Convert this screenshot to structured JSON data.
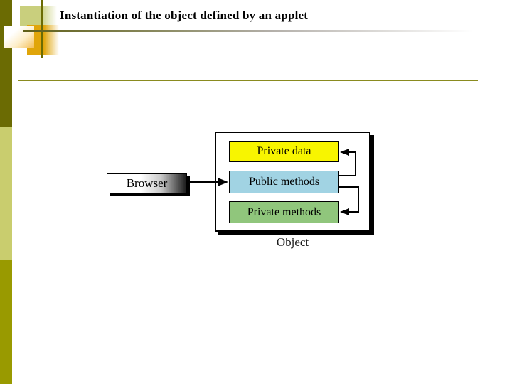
{
  "slide": {
    "title": "Instantiation of the object defined by an applet"
  },
  "diagram": {
    "browser_label": "Browser",
    "object_label": "Object",
    "boxes": [
      {
        "label": "Private data",
        "color": "#f8f500"
      },
      {
        "label": "Public methods",
        "color": "#a1d3e3"
      },
      {
        "label": "Private methods",
        "color": "#90c67c"
      }
    ]
  },
  "colors": {
    "accent_bar_dark": "#6b6b03",
    "accent_bar_light": "#c9cd6e",
    "accent_bar_olive": "#999a00",
    "accent_orange": "#e0a50a",
    "divider_olive": "#8a8b1f",
    "arrow_black": "#000000"
  }
}
